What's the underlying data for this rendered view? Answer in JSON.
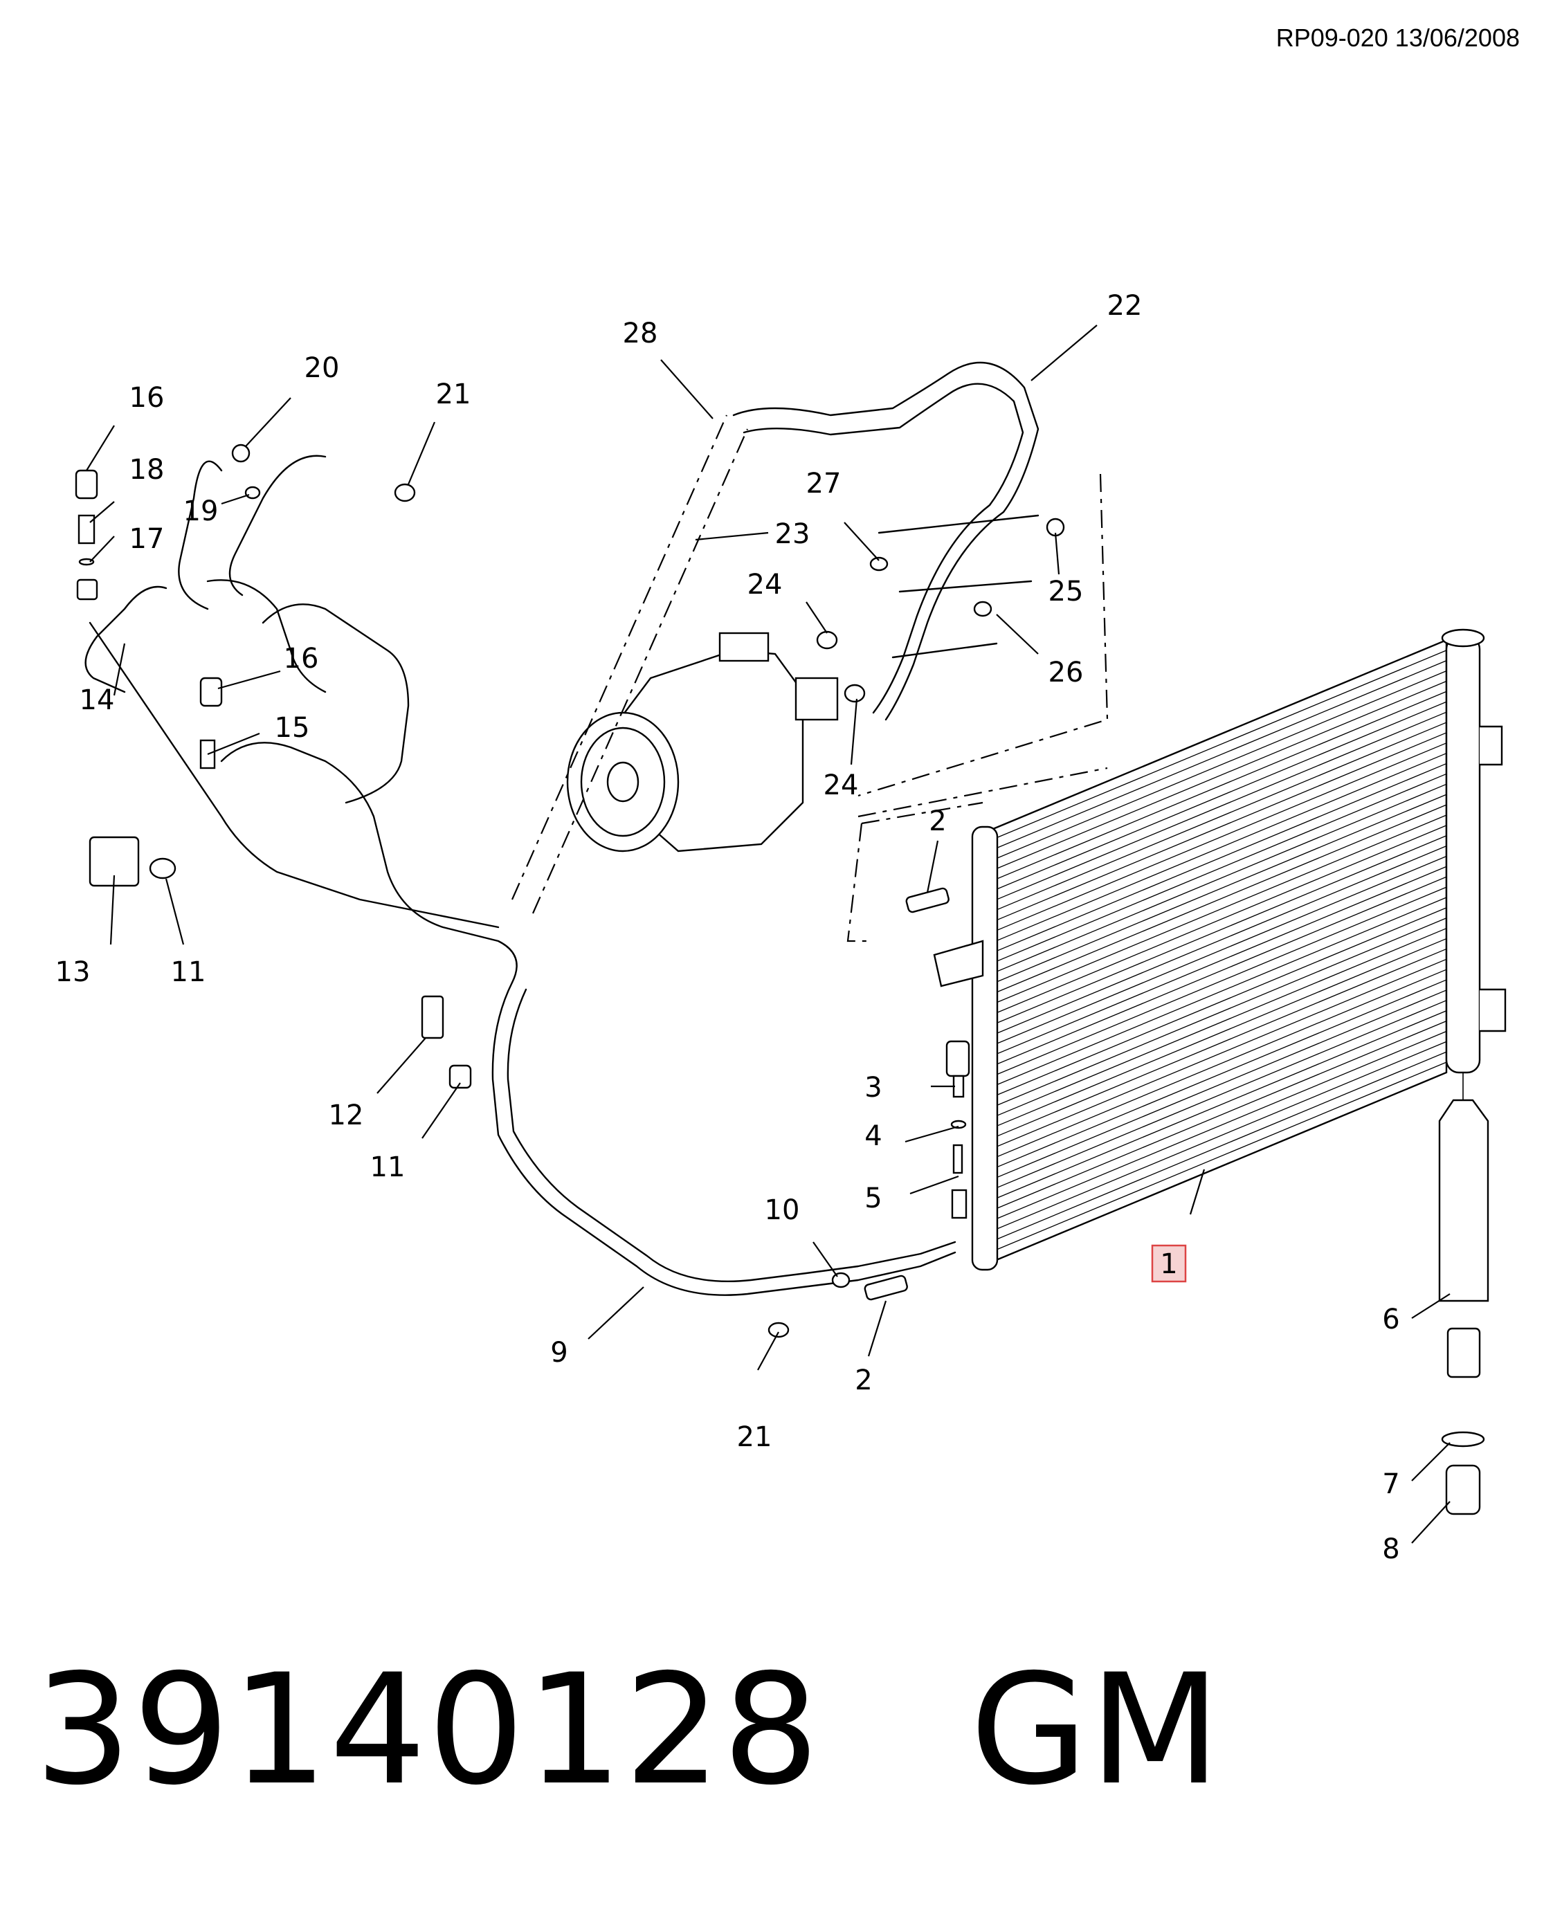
{
  "header": {
    "doc_code": "RP09-020 13/06/2008"
  },
  "callouts": {
    "c1": "1",
    "c2a": "2",
    "c2b": "2",
    "c3": "3",
    "c4": "4",
    "c5": "5",
    "c6": "6",
    "c7": "7",
    "c8": "8",
    "c9": "9",
    "c10": "10",
    "c11a": "11",
    "c11b": "11",
    "c12": "12",
    "c13": "13",
    "c14": "14",
    "c15": "15",
    "c16a": "16",
    "c16b": "16",
    "c17": "17",
    "c18": "18",
    "c19": "19",
    "c20": "20",
    "c21a": "21",
    "c21b": "21",
    "c22": "22",
    "c23": "23",
    "c24a": "24",
    "c24b": "24",
    "c25": "25",
    "c26": "26",
    "c27": "27",
    "c28": "28"
  },
  "highlight": {
    "callout": "1",
    "color": "#f6d3d3",
    "border": "#dd4444"
  },
  "part_number": "39140128   GM"
}
